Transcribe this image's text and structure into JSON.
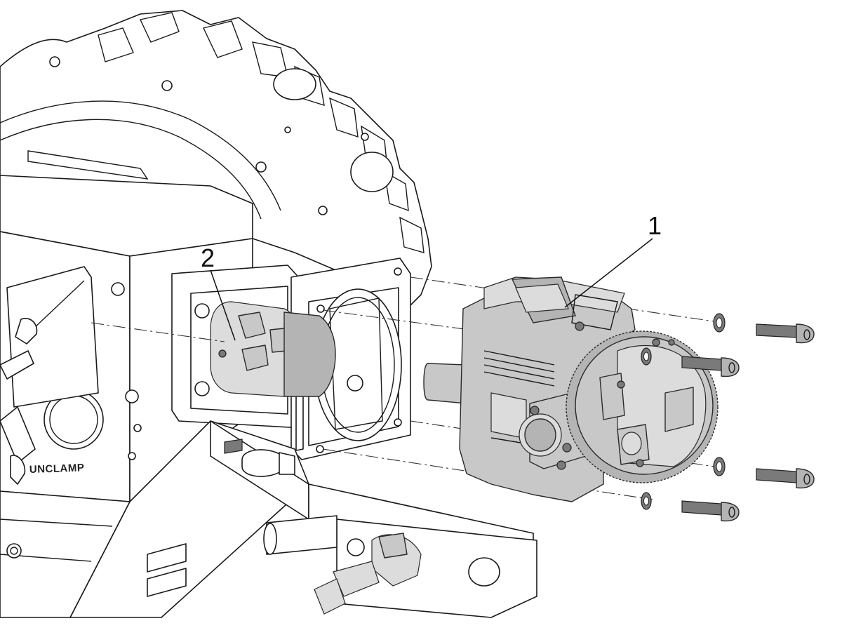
{
  "callouts": {
    "one": "1",
    "two": "2"
  },
  "stamp_text": "UNCLAMP",
  "colors": {
    "line": "#1a1a1a",
    "part_fill": "#c8c8c8",
    "background": "#ffffff"
  }
}
